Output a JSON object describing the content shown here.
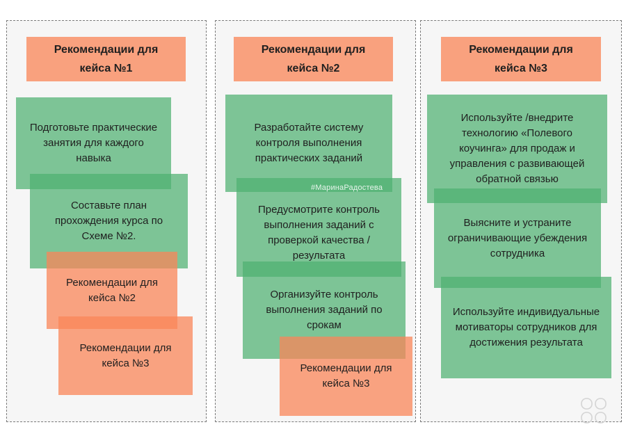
{
  "columns": [
    {
      "header": "Рекомендации для кейса №1",
      "cards": [
        "Подготовьте практические занятия для каждого навыка",
        "Составьте план прохождения курса по Схеме №2.",
        "Рекомендации для кейса №2",
        "Рекомендации для кейса №3"
      ]
    },
    {
      "header": "Рекомендации для кейса №2",
      "cards": [
        "Разработайте систему контроля выполнения практических заданий",
        "Предусмотрите контроль выполнения заданий с проверкой качества / результата",
        "Организуйте контроль выполнения заданий по срокам",
        "Рекомендации для кейса №3"
      ]
    },
    {
      "header": "Рекомендации для кейса №3",
      "cards": [
        "Используйте /внедрите технологию «Полевого коучинга» для продаж и управления с развивающей обратной связью",
        "Выясните и устраните ограничивающие убеждения сотрудника",
        "Используйте индивидуальные мотиваторы сотрудников для достижения результата"
      ]
    }
  ],
  "watermark": "#МаринаРадостева",
  "colors": {
    "header": "#f9a17e",
    "green": "#4eb070",
    "orange": "#f98658",
    "panel_border": "#7a7a7a"
  }
}
